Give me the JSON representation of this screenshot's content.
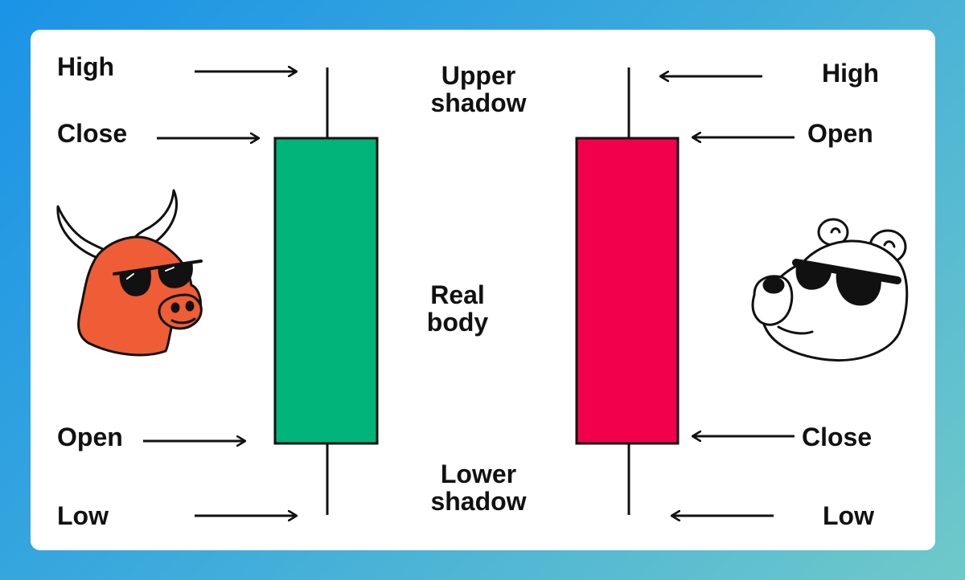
{
  "colors": {
    "bullish": "#00b47a",
    "bearish": "#f2004c",
    "bull_skin": "#ee5d36",
    "outline": "#111111"
  },
  "bullish": {
    "high_label": "High",
    "close_label": "Close",
    "open_label": "Open",
    "low_label": "Low",
    "mascot": "bull-with-sunglasses"
  },
  "bearish": {
    "high_label": "High",
    "open_label": "Open",
    "close_label": "Close",
    "low_label": "Low",
    "mascot": "polar-bear-with-sunglasses"
  },
  "center": {
    "upper_shadow_line1": "Upper",
    "upper_shadow_line2": "shadow",
    "real_body_line1": "Real",
    "real_body_line2": "body",
    "lower_shadow_line1": "Lower",
    "lower_shadow_line2": "shadow"
  }
}
